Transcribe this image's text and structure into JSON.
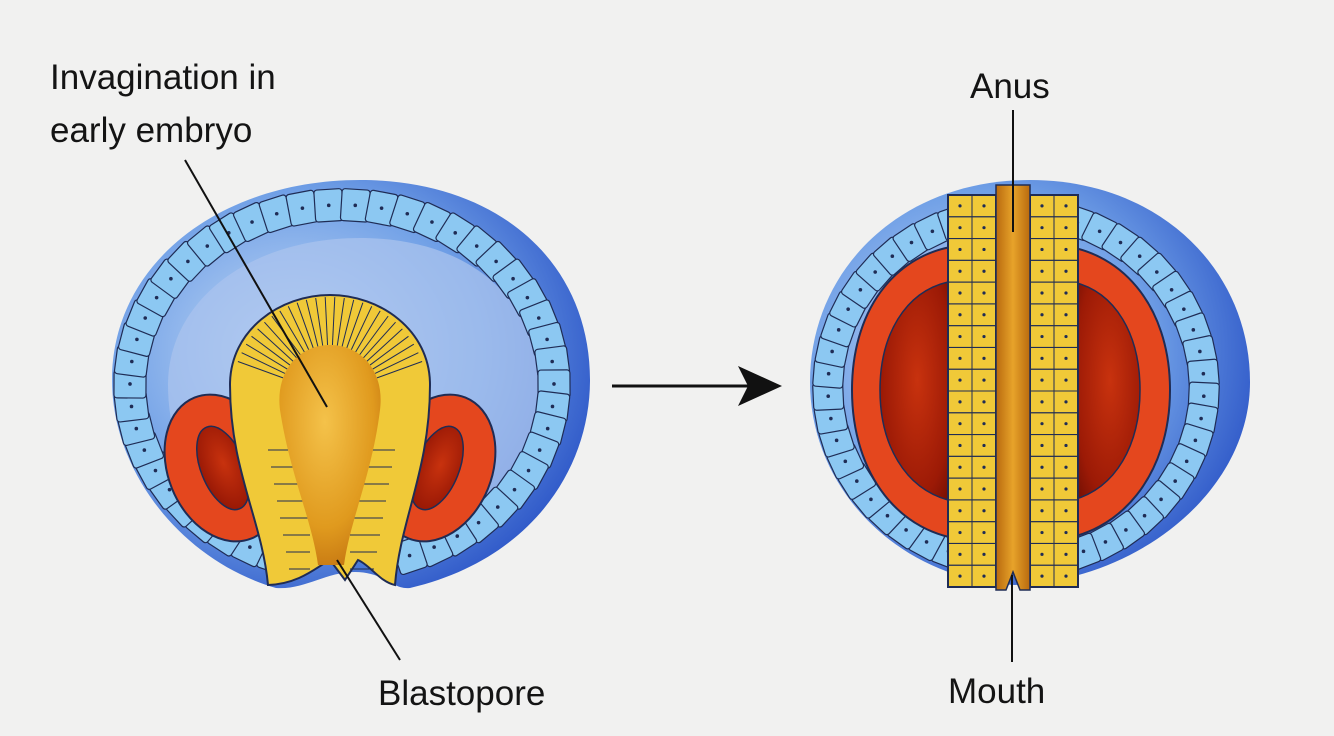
{
  "labels": {
    "invagination_line1": "Invagination in",
    "invagination_line2": "early embryo",
    "blastopore": "Blastopore",
    "anus": "Anus",
    "mouth": "Mouth"
  },
  "colors": {
    "background": "#f1f1f0",
    "ectoderm_cell": "#8cc8f2",
    "ectoderm_outer": "#2f62d6",
    "mesoderm": "#e4471e",
    "mesoderm_cavity": "#8e1506",
    "endoderm_cell": "#f0c938",
    "gut_lumen": "#d88a16",
    "cell_outline": "#1f2c55"
  }
}
